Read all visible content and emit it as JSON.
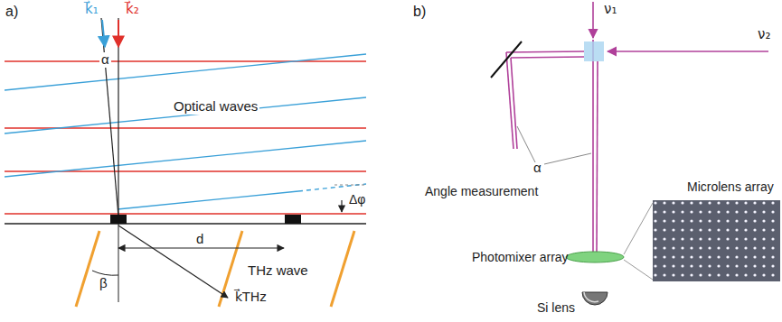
{
  "diagram": {
    "labels": [
      "a)",
      "k⃗₁",
      "k⃗₂",
      "α",
      "Optical waves",
      "Δφ",
      "d",
      "β",
      "THz wave",
      "k⃗THz",
      "b)",
      "ν₁",
      "ν₂",
      "α",
      "Angle measurement",
      "Microlens array",
      "Photomixer array",
      "Si lens"
    ]
  }
}
